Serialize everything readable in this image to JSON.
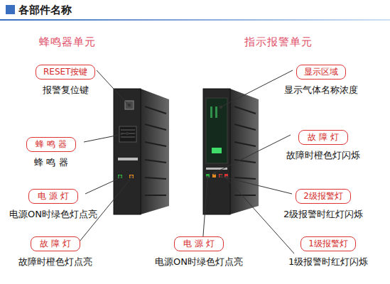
{
  "diagram": {
    "title": "各部件名称",
    "nodes": [
      {
        "text": [
          "RESET按键",
          "报警复位键"
        ]
      },
      {
        "text": [
          "蜂 鸣 器",
          "蜂 鸣 器"
        ]
      },
      {
        "text": [
          "电 源 灯",
          "电源ON时绿色灯点亮"
        ]
      },
      {
        "text": [
          "故 障 灯",
          "故障时橙色灯点亮"
        ]
      },
      {
        "text": [
          "显示区域",
          "显示气体名称浓度"
        ]
      },
      {
        "text": [
          "故 障 灯",
          "故障时橙色灯闪烁"
        ]
      },
      {
        "text": [
          "2级报警灯",
          "2级报警时红灯闪烁"
        ]
      },
      {
        "text": [
          "电 源 灯",
          "电源ON时绿色灯点亮"
        ]
      },
      {
        "text": [
          "1级报警灯",
          "1级报警时红灯闪烁"
        ]
      }
    ],
    "labels": [
      "蜂鸣器单元",
      "指示报警单元"
    ]
  }
}
